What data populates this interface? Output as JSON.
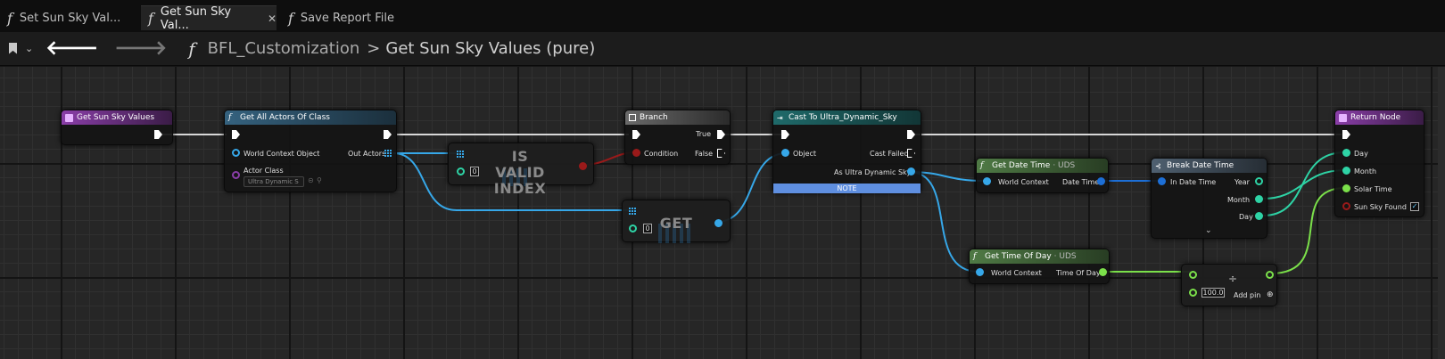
{
  "tabs": [
    {
      "label": "Set Sun Sky Val..."
    },
    {
      "label": "Get Sun Sky Val..."
    },
    {
      "label": "Save Report File"
    }
  ],
  "tab_close_glyph": "✕",
  "breadcrumb": {
    "root": "BFL_Customization",
    "separator": ">",
    "current": "Get Sun Sky Values (pure)"
  },
  "nodes": {
    "entry": {
      "title": "Get Sun Sky Values",
      "color": "#8a3ea8"
    },
    "get_all_actors": {
      "title": "Get All Actors Of Class",
      "color": "#35627f",
      "pins": {
        "world_context": "World Context Object",
        "out_actors": "Out Actors",
        "actor_class": "Actor Class",
        "actor_class_value": "Ultra Dynamic S"
      }
    },
    "is_valid_index": {
      "title": "IS VALID INDEX",
      "index_value": "0"
    },
    "branch": {
      "title": "Branch",
      "color": "#5a5a5a",
      "pins": {
        "condition": "Condition",
        "true": "True",
        "false": "False"
      }
    },
    "get": {
      "title": "GET",
      "index_value": "0"
    },
    "cast": {
      "title": "Cast To Ultra_Dynamic_Sky",
      "color": "#1f6a6a",
      "pins": {
        "object": "Object",
        "cast_failed": "Cast Failed",
        "as_sky": "As Ultra Dynamic Sky"
      },
      "note": "NOTE"
    },
    "get_date_time": {
      "title": "Get Date Time",
      "subtitle": "· UDS",
      "color": "#4f7a45",
      "pins": {
        "world_context": "World Context",
        "date_time": "Date Time"
      }
    },
    "break_date_time": {
      "title": "Break Date Time",
      "color": "#4f6070",
      "pins": {
        "in_date_time": "In Date Time",
        "year": "Year",
        "month": "Month",
        "day": "Day"
      }
    },
    "get_time_of_day": {
      "title": "Get Time Of Day",
      "subtitle": "· UDS",
      "color": "#4f7a45",
      "pins": {
        "world_context": "World Context",
        "time_of_day": "Time Of Day"
      }
    },
    "divide": {
      "operator": "÷",
      "divisor": "100.0",
      "add_pin": "Add pin"
    },
    "return": {
      "title": "Return Node",
      "color": "#8a3ea8",
      "pins": {
        "day": "Day",
        "month": "Month",
        "solar_time": "Solar Time",
        "sun_sky_found": "Sun Sky Found"
      }
    }
  },
  "colors": {
    "exec": "#ffffff",
    "object": "#36a7e8",
    "int": "#2ed3a5",
    "float": "#7be04a",
    "bool": "#9a1a1a",
    "struct_datetime": "#1d6fd6"
  }
}
